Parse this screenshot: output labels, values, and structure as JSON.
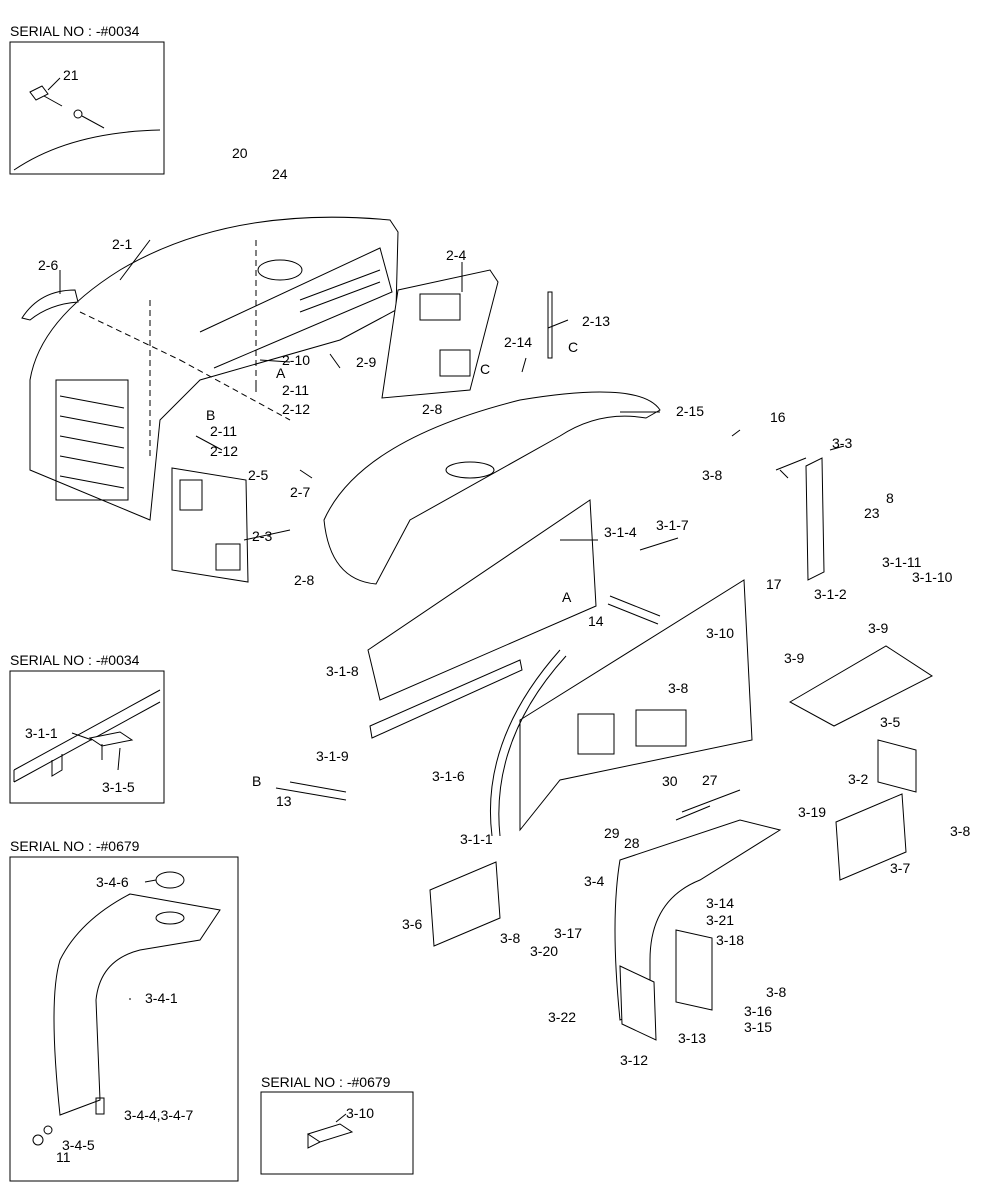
{
  "insets": [
    {
      "serial": "SERIAL NO : -#0034",
      "labels": [
        "21"
      ]
    },
    {
      "serial": "SERIAL NO : -#0034",
      "labels": [
        "3-1-1",
        "3-1-5"
      ]
    },
    {
      "serial": "SERIAL NO : -#0679",
      "labels": [
        "3-4-6",
        "3-4-1",
        "3-4-4,3-4-7",
        "3-4-5",
        "11"
      ]
    },
    {
      "serial": "SERIAL NO : -#0679",
      "labels": [
        "3-10"
      ]
    }
  ],
  "labels": [
    "20",
    "24",
    "2-1",
    "2-6",
    "2-4",
    "2-13",
    "2-14",
    "C",
    "2-10",
    "2-9",
    "A",
    "2-11",
    "2-12",
    "C",
    "2-8",
    "2-15",
    "16",
    "B",
    "2-11",
    "2-12",
    "3-3",
    "2-5",
    "2-7",
    "3-8",
    "8",
    "23",
    "2-3",
    "3-1-4",
    "3-1-7",
    "2-8",
    "17",
    "3-1-11",
    "3-1-10",
    "A",
    "14",
    "3-1-2",
    "3-1-8",
    "3-9",
    "3-10",
    "3-9",
    "3-8",
    "3-5",
    "3-1-9",
    "B",
    "3-1-6",
    "3-2",
    "13",
    "30",
    "27",
    "3-19",
    "29",
    "28",
    "3-1-1",
    "3-8",
    "3-7",
    "3-4",
    "3-6",
    "3-14",
    "3-21",
    "3-8",
    "3-17",
    "3-18",
    "3-20",
    "3-8",
    "3-16",
    "3-22",
    "3-15",
    "3-13",
    "3-12"
  ]
}
